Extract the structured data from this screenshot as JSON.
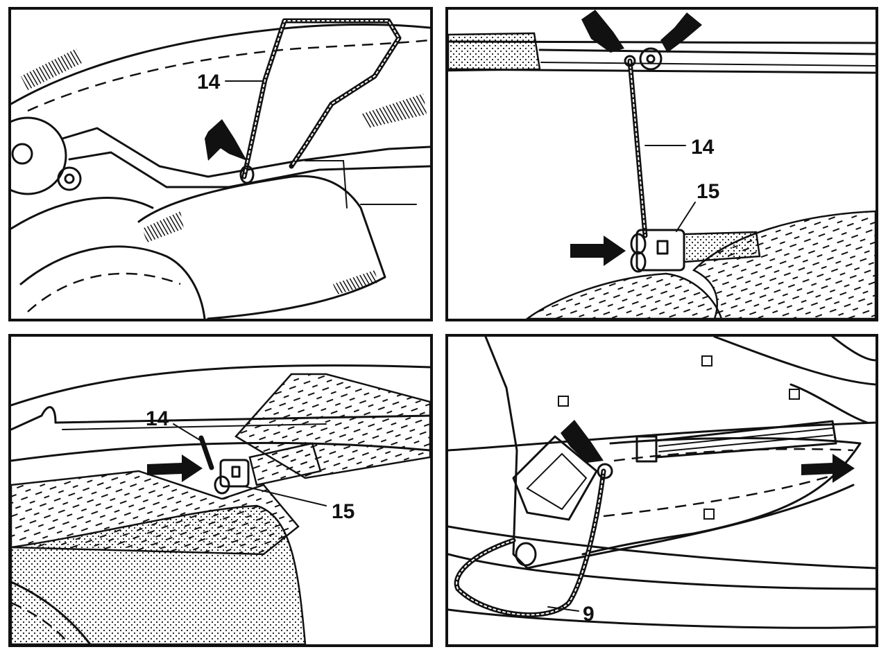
{
  "panels": [
    {
      "id": "top-left",
      "callouts": {
        "c1": "14"
      }
    },
    {
      "id": "top-right",
      "callouts": {
        "c1": "14",
        "c2": "15"
      }
    },
    {
      "id": "bottom-left",
      "callouts": {
        "c1": "14",
        "c2": "15"
      }
    },
    {
      "id": "bottom-right",
      "callouts": {
        "c1": "9"
      }
    }
  ]
}
